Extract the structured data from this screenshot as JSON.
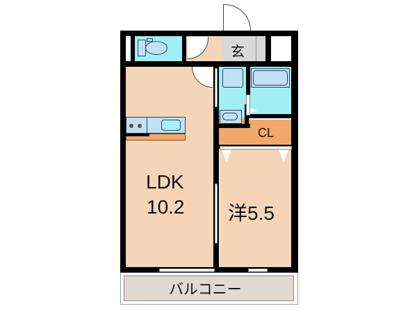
{
  "floorplan": {
    "rooms": {
      "ldk": {
        "name": "LDK",
        "size": "10.2"
      },
      "western": {
        "label": "洋5.5"
      },
      "closet": {
        "label": "CL"
      },
      "entrance": {
        "label": "玄"
      },
      "balcony": {
        "label": "バルコニー"
      },
      "toilet": {
        "label": ""
      },
      "bath": {
        "label": ""
      },
      "washroom": {
        "label": ""
      }
    },
    "colors": {
      "floor": "#f5d5b8",
      "wet_area": "#9ff0f5",
      "closet": "#f2a86a",
      "entrance": "#d8d8d8",
      "balcony": "#e2dad2",
      "fixture": "#bfe0f5",
      "wall": "#000000"
    }
  }
}
